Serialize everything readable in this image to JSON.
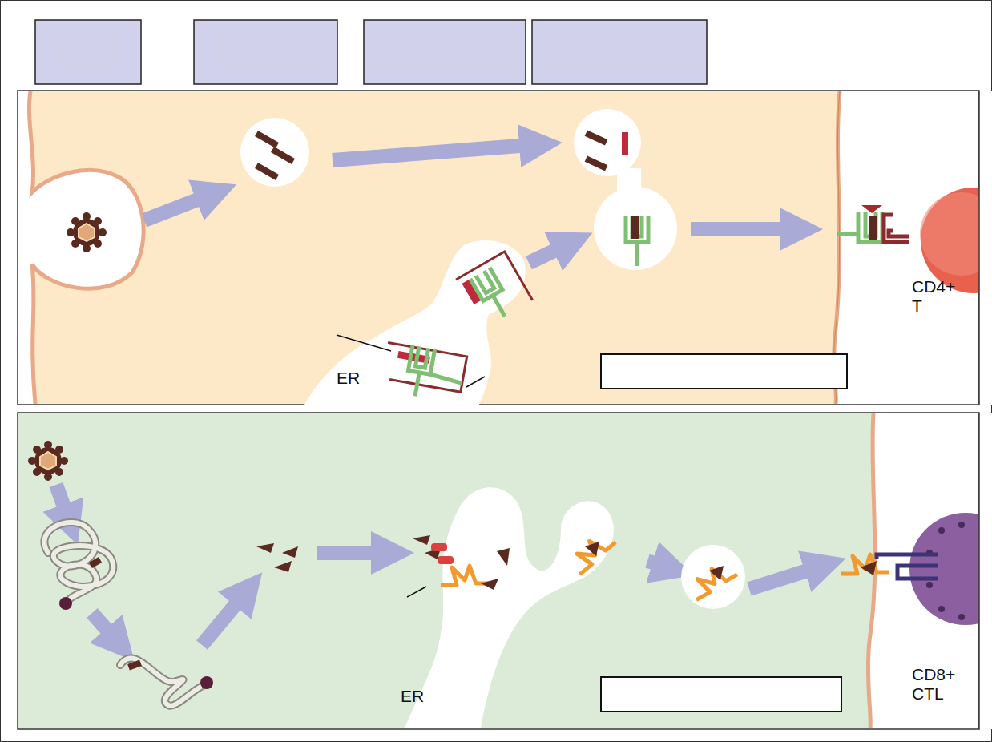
{
  "diagram": {
    "labels": [
      "ER",
      "CD4+ T",
      "ER",
      "CD8+ CTL"
    ]
  }
}
